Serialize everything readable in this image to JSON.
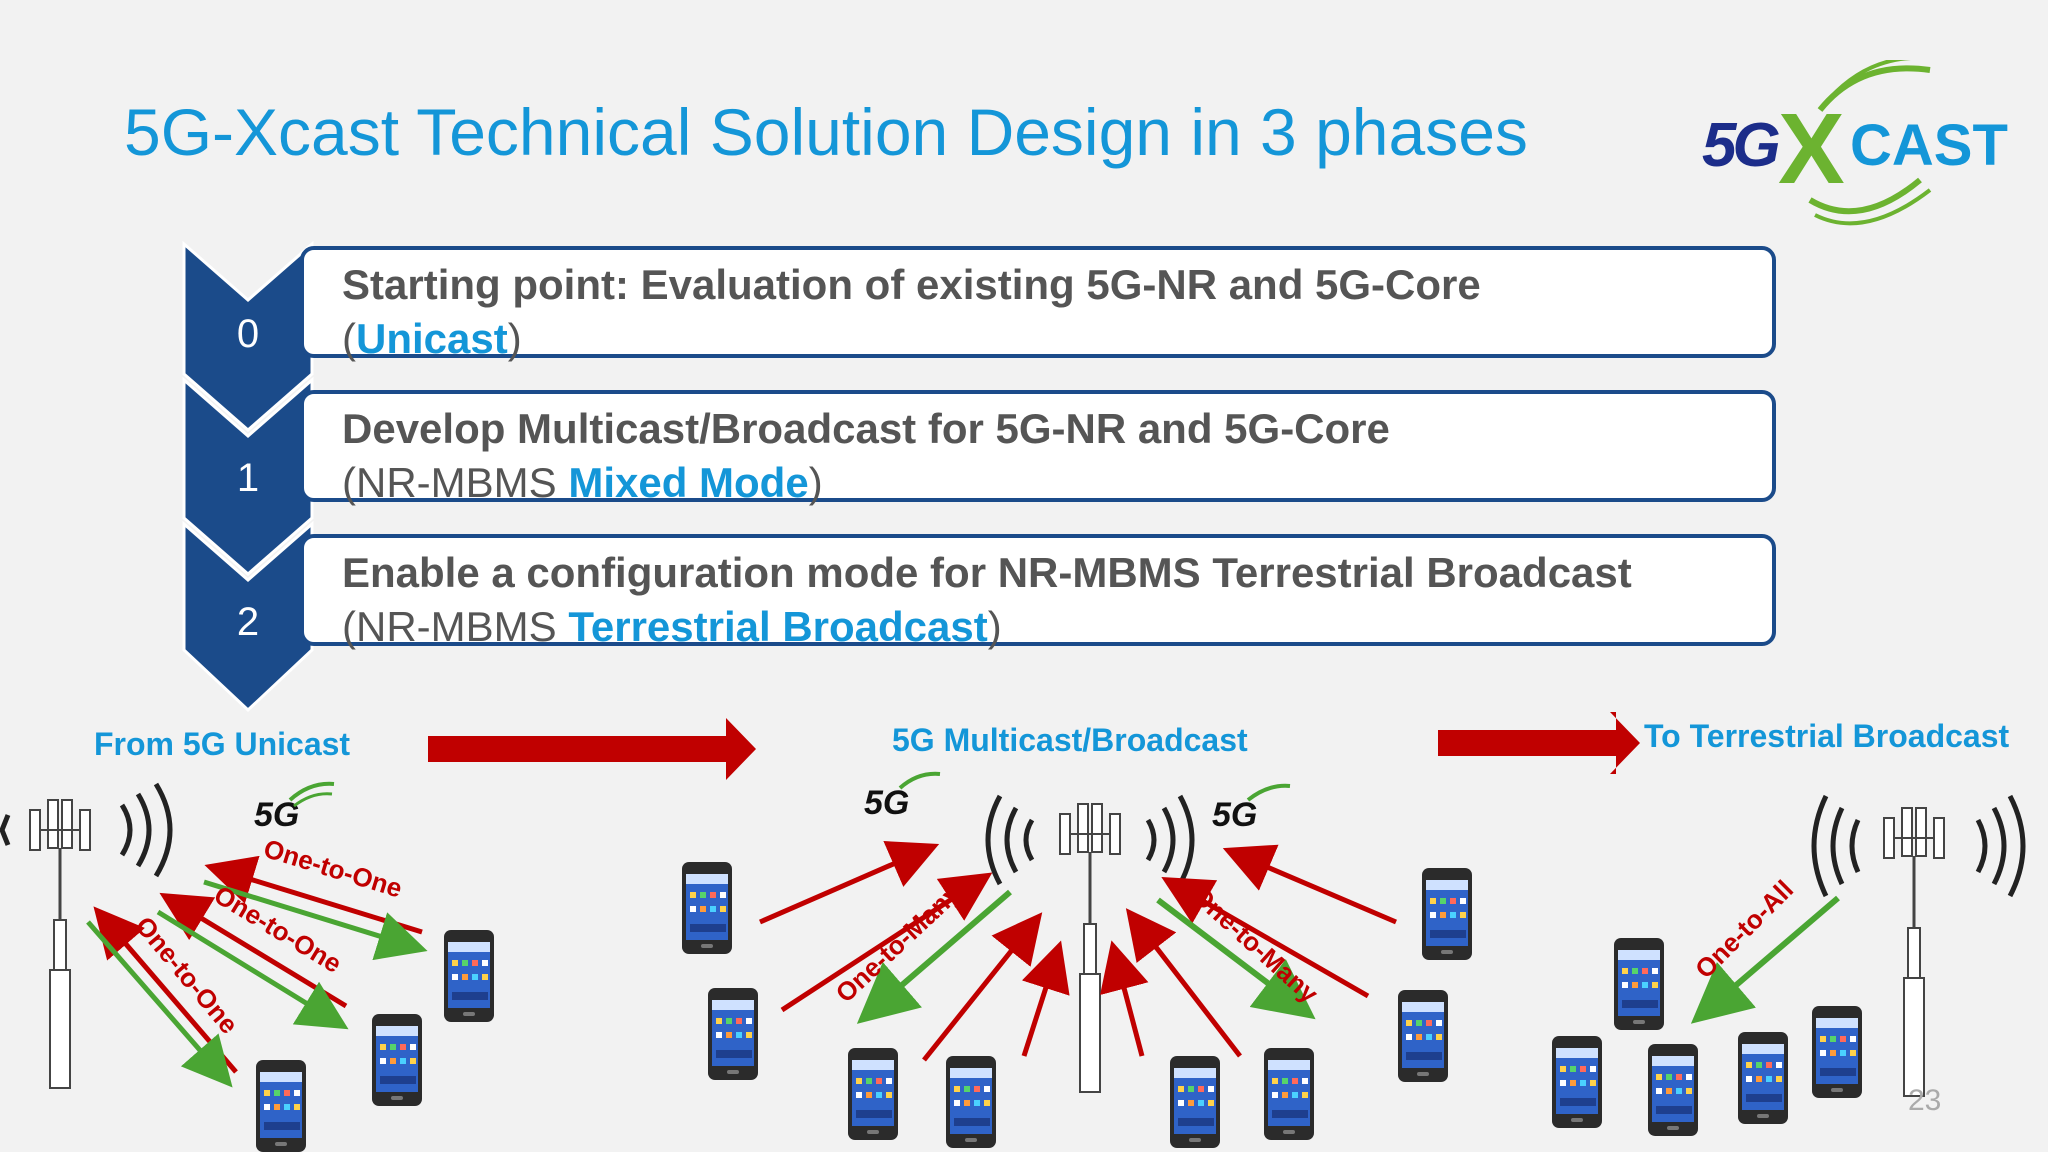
{
  "slide": {
    "title": "5G-Xcast Technical Solution Design in 3 phases",
    "page_number": "23"
  },
  "logo": {
    "part1": "5G",
    "part2": "X",
    "part3": "CAST"
  },
  "phases": [
    {
      "number": "0",
      "main": "Starting point: Evaluation of existing 5G-NR and 5G-Core",
      "paren_open": "(",
      "prefix": "",
      "highlight": "Unicast",
      "paren_close": ")"
    },
    {
      "number": "1",
      "main": "Develop Multicast/Broadcast for 5G-NR and 5G-Core",
      "paren_open": "(",
      "prefix": "NR-MBMS ",
      "highlight": "Mixed Mode",
      "paren_close": ")"
    },
    {
      "number": "2",
      "main": "Enable a configuration mode for NR-MBMS Terrestrial Broadcast",
      "paren_open": "(",
      "prefix": "NR-MBMS ",
      "highlight": "Terrestrial Broadcast",
      "paren_close": ")"
    }
  ],
  "sections": {
    "unicast": "From 5G Unicast",
    "multicast": "5G Multicast/Broadcast",
    "terrestrial": "To Terrestrial Broadcast"
  },
  "badges": {
    "fiveg": "5G"
  },
  "link_labels": {
    "one_to_one": "One-to-One",
    "one_to_many": "One-to-Many",
    "one_to_all": "One-to-All"
  },
  "colors": {
    "title": "#1496d8",
    "chevron": "#1b4b8a",
    "highlight": "#1496d8",
    "uplink_arrow": "#c00000",
    "downlink_arrow": "#4aa533",
    "flow_arrow": "#c00000"
  }
}
